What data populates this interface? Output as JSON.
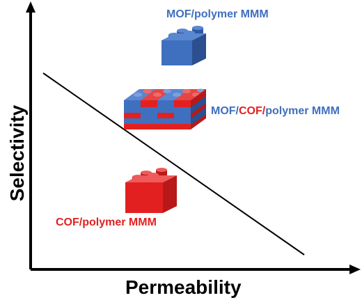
{
  "axes": {
    "y_title": "Selectivity",
    "x_title": "Permeability"
  },
  "materials": {
    "mof": {
      "label": "MOF/polymer MMM",
      "color": "#3f6fbf"
    },
    "cof": {
      "label": "COF/polymer MMM",
      "color": "#e32020"
    },
    "hybrid": {
      "label_parts": [
        "MOF/",
        "COF/",
        "polymer MMM"
      ],
      "label_colors": [
        "#3f6fbf",
        "#e32020",
        "#3f6fbf"
      ]
    }
  },
  "colors": {
    "mof_blue": "#3f6fbf",
    "cof_red": "#e32020",
    "axis": "#000000"
  },
  "icons": [
    "mof-brick-icon",
    "cof-brick-icon",
    "hybrid-brick-stack-icon"
  ]
}
